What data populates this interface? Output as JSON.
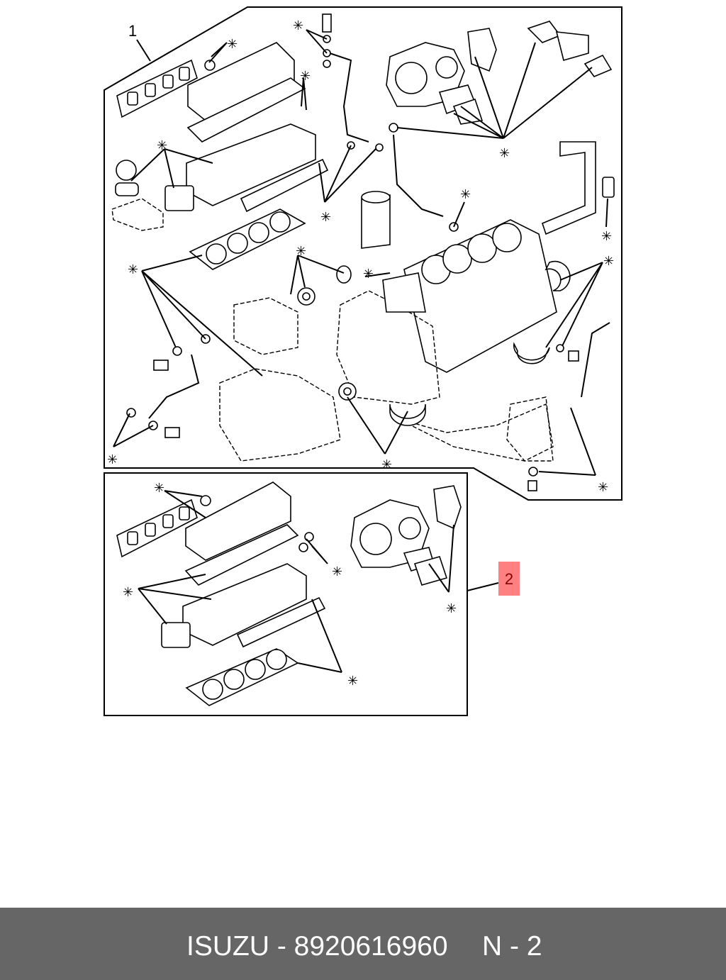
{
  "diagram": {
    "callouts": {
      "kit_full": "1",
      "kit_top": "2"
    },
    "marker_symbol": "✳",
    "highlight_color": "#ff8080"
  },
  "footer": {
    "brand_part": "ISUZU - 8920616960",
    "ref": "N - 2",
    "background": "#666666"
  }
}
